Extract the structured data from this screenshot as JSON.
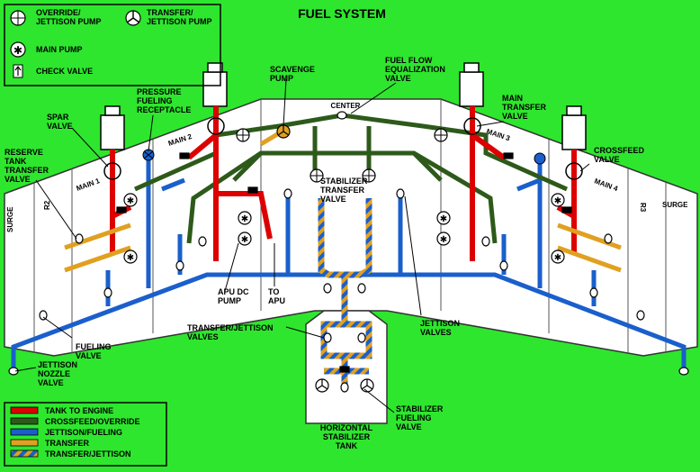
{
  "title": "FUEL SYSTEM",
  "colors": {
    "background": "#2ee62e",
    "tank_to_engine": "#dd0000",
    "crossfeed_override": "#2d5a1a",
    "jettison_fueling": "#1a5fcc",
    "transfer": "#e0a020",
    "wing": "#ffffff"
  },
  "symbol_legend": {
    "override_pump": "OVERRIDE/\nJETTISON PUMP",
    "transfer_pump": "TRANSFER/\nJETTISON PUMP",
    "main_pump": "MAIN PUMP",
    "check_valve": "CHECK VALVE"
  },
  "line_legend": [
    {
      "label": "TANK TO ENGINE",
      "color": "#dd0000",
      "pattern": "solid"
    },
    {
      "label": "CROSSFEED/OVERRIDE",
      "color": "#2d5a1a",
      "pattern": "solid"
    },
    {
      "label": "JETTISON/FUELING",
      "color": "#1a5fcc",
      "pattern": "solid"
    },
    {
      "label": "TRANSFER",
      "color": "#e0a020",
      "pattern": "solid"
    },
    {
      "label": "TRANSFER/JETTISON",
      "color": "#1a5fcc",
      "pattern": "striped"
    }
  ],
  "tanks": {
    "surge_left": "SURGE",
    "r2": "R2",
    "main1": "MAIN 1",
    "main2": "MAIN 2",
    "center": "CENTER",
    "main3": "MAIN 3",
    "main4": "MAIN 4",
    "r3": "R3",
    "surge_right": "SURGE"
  },
  "callouts": {
    "scavenge_pump": "SCAVENGE\nPUMP",
    "fuel_flow_equalization_valve": "FUEL FLOW\nEQUALIZATION\nVALVE",
    "pressure_fueling_receptacle": "PRESSURE\nFUELING\nRECEPTACLE",
    "spar_valve": "SPAR\nVALVE",
    "reserve_tank_transfer_valve": "RESERVE\nTANK\nTRANSFER\nVALVE",
    "main_transfer_valve": "MAIN\nTRANSFER\nVALVE",
    "crossfeed_valve": "CROSSFEED\nVALVE",
    "stabilizer_transfer_valve": "STABILIZER\nTRANSFER\nVALVE",
    "apu_dc_pump": "APU DC\nPUMP",
    "to_apu": "TO\nAPU",
    "transfer_jettison_valves": "TRANSFER/JETTISON\nVALVES",
    "jettison_valves": "JETTISON\nVALVES",
    "fueling_valve": "FUELING\nVALVE",
    "jettison_nozzle_valve": "JETTISON\nNOZZLE\nVALVE",
    "stabilizer_fueling_valve": "STABILIZER\nFUELING\nVALVE",
    "horizontal_stabilizer_tank": "HORIZONTAL\nSTABILIZER\nTANK"
  }
}
